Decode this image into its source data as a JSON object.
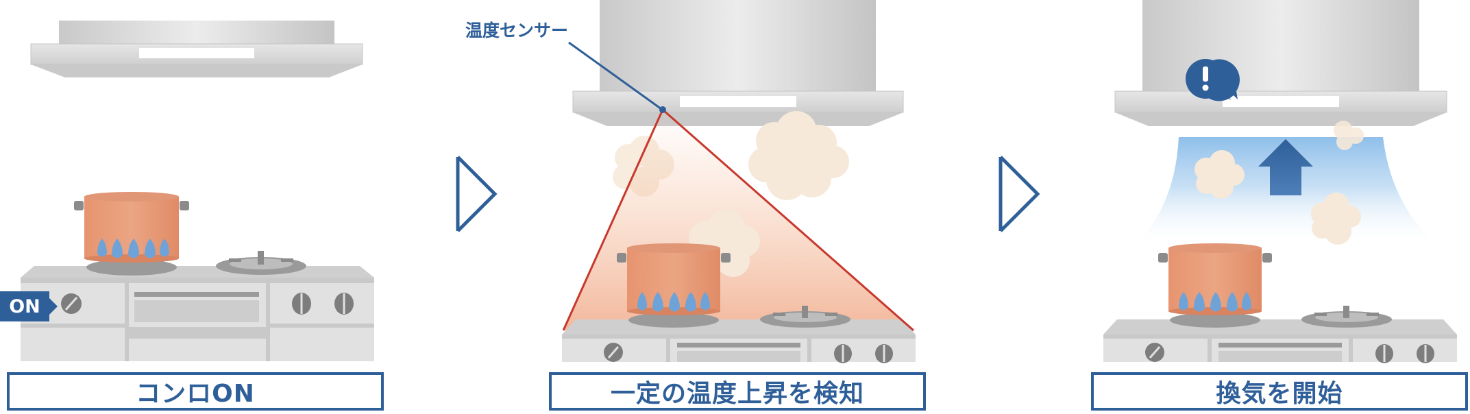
{
  "steps": [
    {
      "caption": "コンロON"
    },
    {
      "caption": "一定の温度上昇を検知"
    },
    {
      "caption": "換気を開始"
    }
  ],
  "labels": {
    "on_badge": "ON",
    "sensor": "温度センサー",
    "alert_mark": "!"
  },
  "colors": {
    "accent": "#2f5f99",
    "pot": "#e8a07d",
    "flame": "#6fa3d8",
    "detection_line": "#c8372c",
    "airflow": "#9cc6ec",
    "steam": "#f6e9d9"
  }
}
